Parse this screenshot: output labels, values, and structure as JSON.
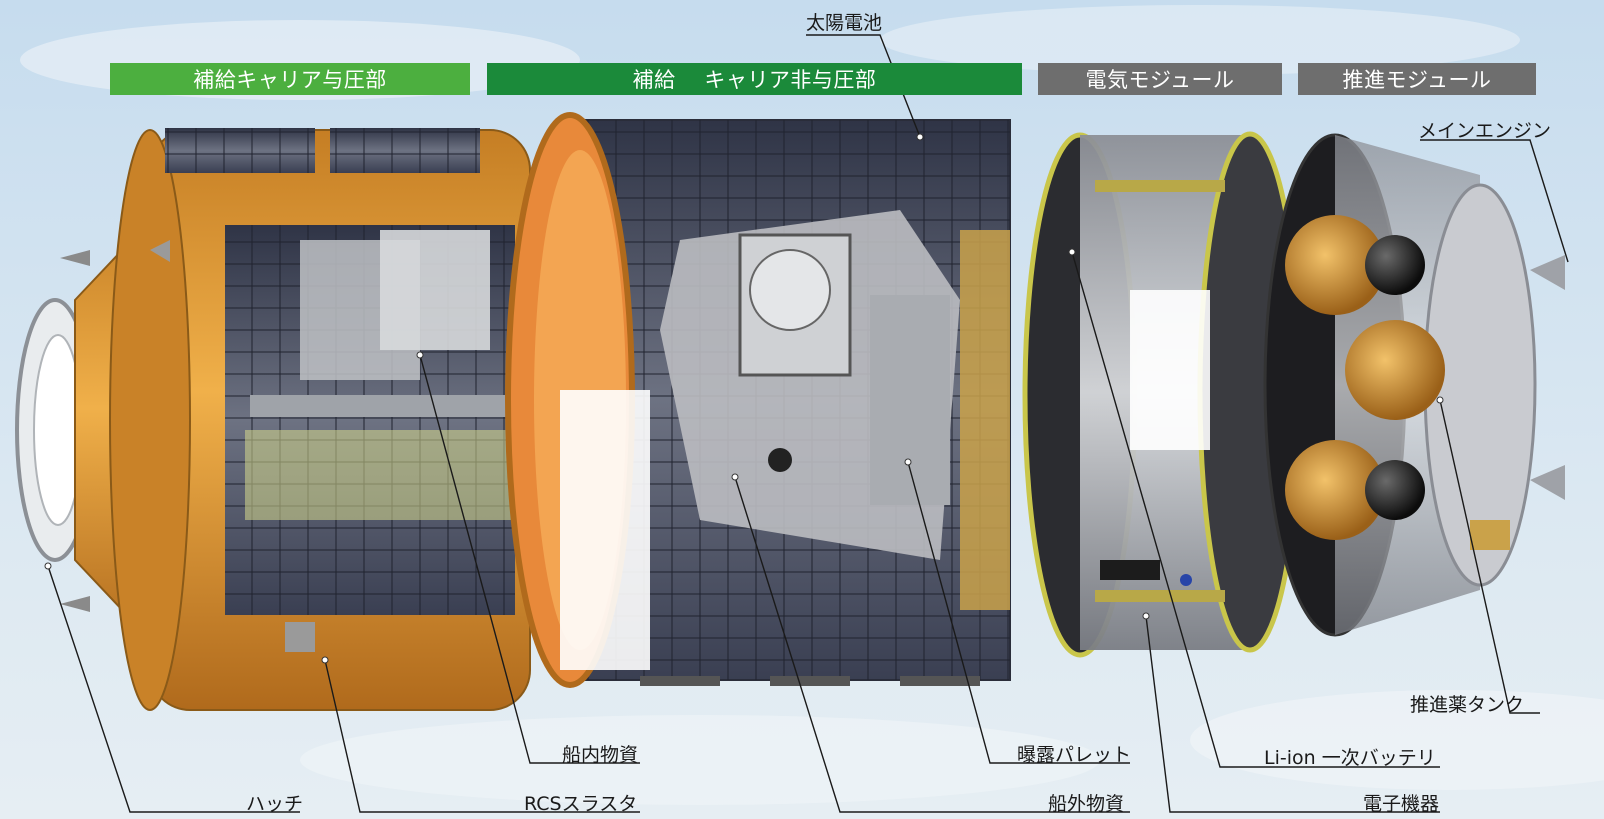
{
  "modules": {
    "pressurized": "補給キャリア与圧部",
    "unpressurized": "補給　 キャリア非与圧部",
    "electrical": "電気モジュール",
    "propulsion": "推進モジュール"
  },
  "colors": {
    "pressurized": "#4caf3f",
    "unpressurized": "#1b8a3a",
    "electrical": "#6e6e6e",
    "propulsion": "#6e6e6e",
    "foil": "#d9902c",
    "solar": "#3e4358",
    "sky": "#cfe1ef"
  },
  "labels": {
    "solar_cells": "太陽電池",
    "main_engine": "メインエンジン",
    "propellant_tank": "推進薬タンク",
    "internal_cargo": "船内物資",
    "exposed_pallet": "曝露パレット",
    "li_ion": "Li-ion 一次バッテリ",
    "hatch": "ハッチ",
    "rcs": "RCSスラスタ",
    "external_cargo": "船外物資",
    "electronics": "電子機器"
  }
}
